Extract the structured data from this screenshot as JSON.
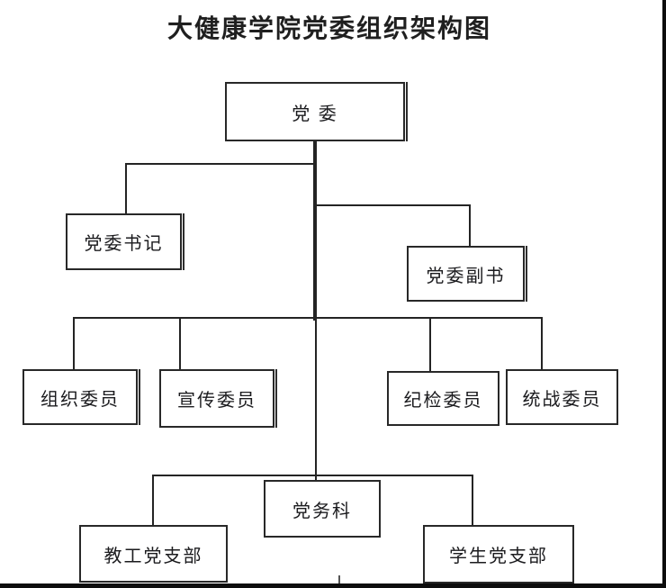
{
  "title": "大健康学院党委组织架构图",
  "diagram": {
    "type": "org-chart",
    "nodes": [
      {
        "id": "party-committee",
        "label": "党 委",
        "parent": null
      },
      {
        "id": "party-secretary",
        "label": "党委书记",
        "parent": "party-committee"
      },
      {
        "id": "deputy-secretary",
        "label": "党委副书",
        "parent": "party-committee"
      },
      {
        "id": "organization-member",
        "label": "组织委员",
        "parent": "party-committee"
      },
      {
        "id": "publicity-member",
        "label": "宣传委员",
        "parent": "party-committee"
      },
      {
        "id": "discipline-member",
        "label": "纪检委员",
        "parent": "party-committee"
      },
      {
        "id": "united-front-member",
        "label": "统战委员",
        "parent": "party-committee"
      },
      {
        "id": "party-affairs-office",
        "label": "党务科",
        "parent": "party-committee"
      },
      {
        "id": "faculty-party-branch",
        "label": "教工党支部",
        "parent": "party-affairs-office"
      },
      {
        "id": "student-party-branch",
        "label": "学生党支部",
        "parent": "party-affairs-office"
      }
    ],
    "colors": {
      "line": "#242424",
      "box_border": "#282828",
      "text": "#1b1b1e",
      "background": "#ffffff",
      "page_edge": "#0d0d0d"
    }
  }
}
